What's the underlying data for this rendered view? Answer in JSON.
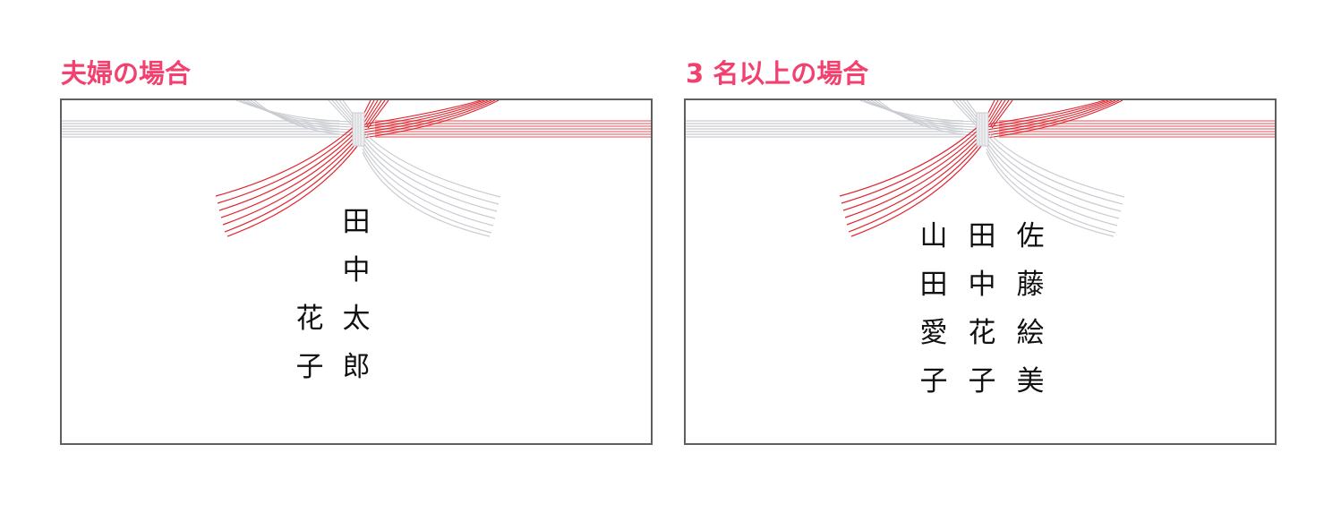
{
  "colors": {
    "heading": "#f2416e",
    "cord_red": "#e0252f",
    "cord_red_light": "#ea8a8e",
    "cord_gray": "#c8cbd0",
    "border": "#5f5f5f"
  },
  "panels": [
    {
      "heading": "夫婦の場合",
      "names": [
        {
          "text": "田中太郎",
          "chars": [
            "田",
            "中",
            "太",
            "郎"
          ]
        },
        {
          "text": "花子",
          "chars": [
            "花",
            "子"
          ]
        }
      ]
    },
    {
      "heading": "3 名以上の場合",
      "names": [
        {
          "text": "佐藤絵美",
          "chars": [
            "佐",
            "藤",
            "絵",
            "美"
          ]
        },
        {
          "text": "田中花子",
          "chars": [
            "田",
            "中",
            "花",
            "子"
          ]
        },
        {
          "text": "山田愛子",
          "chars": [
            "山",
            "田",
            "愛",
            "子"
          ]
        }
      ]
    }
  ]
}
